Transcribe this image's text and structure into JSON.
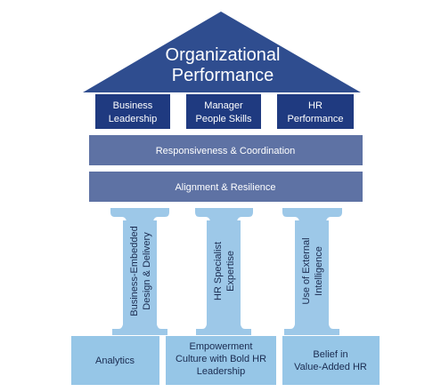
{
  "roof": {
    "title_line1": "Organizational",
    "title_line2": "Performance"
  },
  "top_blocks": [
    {
      "line1": "Business",
      "line2": "Leadership"
    },
    {
      "line1": "Manager",
      "line2": "People Skills"
    },
    {
      "line1": "HR",
      "line2": "Performance"
    }
  ],
  "bands": [
    {
      "label": "Responsiveness & Coordination"
    },
    {
      "label": "Alignment & Resilience"
    }
  ],
  "pillars": [
    {
      "line1": "Business-Embedded",
      "line2": "Design & Delivery"
    },
    {
      "line1": "HR Specialist",
      "line2": "Expertise"
    },
    {
      "line1": "Use of External",
      "line2": "Intelligence"
    }
  ],
  "foundation": [
    {
      "line1": "Analytics",
      "line2": "",
      "line3": ""
    },
    {
      "line1": "Empowerment",
      "line2": "Culture with Bold HR",
      "line3": "Leadership"
    },
    {
      "line1": "Belief in",
      "line2": "Value-Added HR",
      "line3": ""
    }
  ],
  "colors": {
    "roof": "#2f4d8f",
    "top_block": "#1f3a80",
    "band": "#5e72a4",
    "pillar": "#9dc8e8",
    "foundation": "#96c6e7",
    "dark_text": "#1a2b50",
    "light_text": "#ffffff"
  }
}
